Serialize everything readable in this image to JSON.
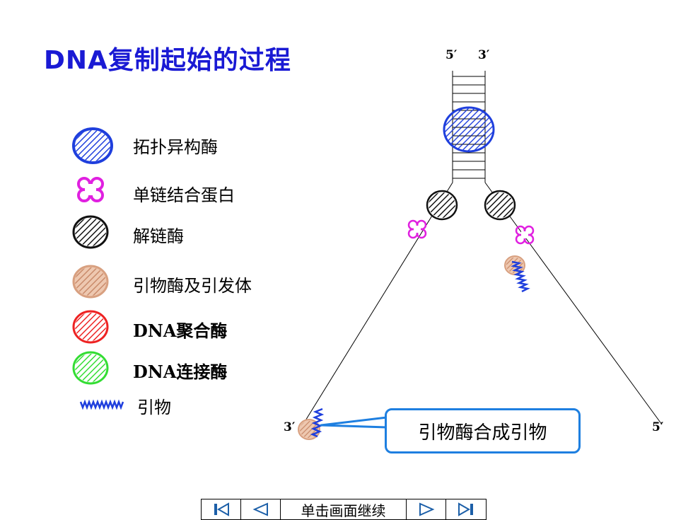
{
  "title": "DNA复制起始的过程",
  "legend": [
    {
      "label": "拓扑异构酶",
      "icon": "topoisomerase-icon",
      "color": "#1f3fdd"
    },
    {
      "label": "单链结合蛋白",
      "icon": "ssb-icon",
      "color": "#e020e0"
    },
    {
      "label": "解链酶",
      "icon": "helicase-icon",
      "color": "#111111"
    },
    {
      "label": "引物酶及引发体",
      "icon": "primase-icon",
      "color": "#d8a080"
    },
    {
      "label": "DNA聚合酶",
      "icon": "dna-polymerase-icon",
      "color": "#ee2222"
    },
    {
      "label": "DNA连接酶",
      "icon": "dna-ligase-icon",
      "color": "#33dd33"
    },
    {
      "label": "引物",
      "icon": "primer-icon",
      "color": "#1f3fdd"
    }
  ],
  "strand_labels": {
    "top_left": "5′",
    "top_right": "3′",
    "bottom_left": "3′",
    "bottom_right": "5′"
  },
  "callout": "引物酶合成引物",
  "nav": {
    "first_icon": "first-page-icon",
    "prev_icon": "previous-icon",
    "continue_label": "单击画面继续",
    "next_icon": "next-icon",
    "last_icon": "last-page-icon"
  },
  "colors": {
    "title": "#1a1ad4",
    "callout_border": "#1e7fe0",
    "nav_icon": "#1c5fa8"
  }
}
